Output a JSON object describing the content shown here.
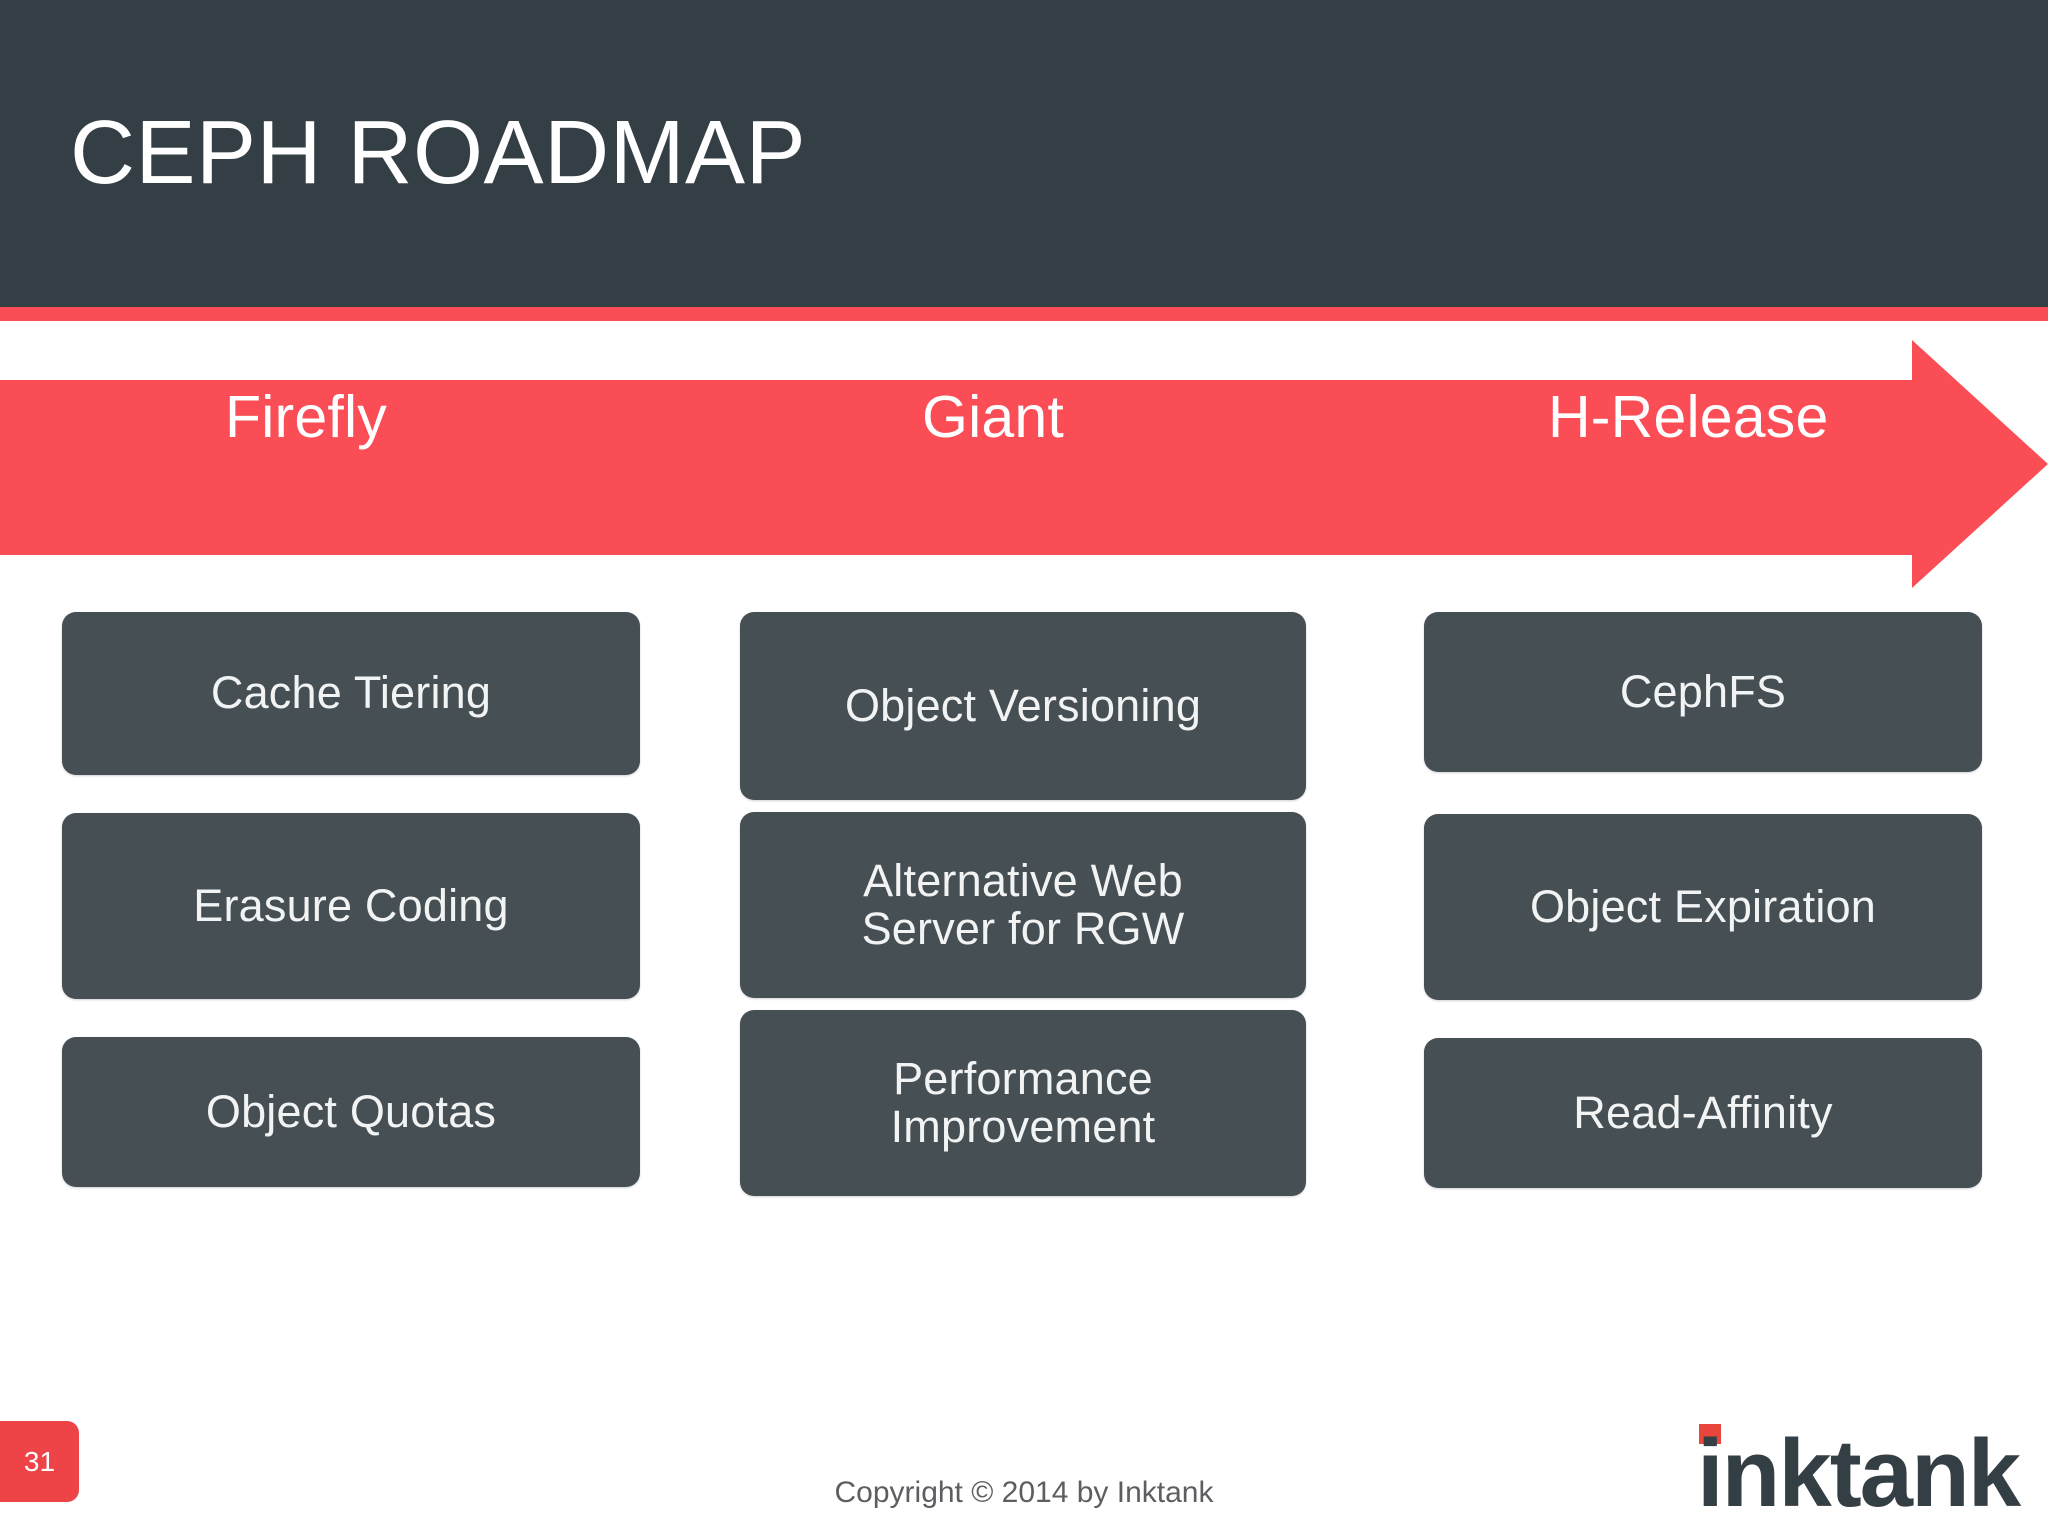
{
  "slide": {
    "title": "CEPH ROADMAP",
    "accent_color": "#FB4D55",
    "header_color": "#343F45",
    "box_color": "#464F54",
    "background_color": "#FFFFFF"
  },
  "timeline": {
    "arrow_color": "#FB4D55",
    "releases": [
      {
        "label": "Firefly"
      },
      {
        "label": "Giant"
      },
      {
        "label": "H-Release"
      }
    ]
  },
  "columns": [
    {
      "release": "Firefly",
      "features": [
        {
          "label": "Cache Tiering"
        },
        {
          "label": "Erasure Coding"
        },
        {
          "label": "Object Quotas"
        }
      ]
    },
    {
      "release": "Giant",
      "features": [
        {
          "label": "Object Versioning"
        },
        {
          "label": "Alternative Web\nServer for RGW"
        },
        {
          "label": "Performance\nImprovement"
        }
      ]
    },
    {
      "release": "H-Release",
      "features": [
        {
          "label": "CephFS"
        },
        {
          "label": "Object Expiration"
        },
        {
          "label": "Read-Affinity"
        }
      ]
    }
  ],
  "footer": {
    "page_number": "31",
    "copyright": "Copyright © 2014 by Inktank",
    "logo_text": "inktank",
    "logo_dot_color": "#E8453C",
    "logo_color": "#343F45"
  }
}
